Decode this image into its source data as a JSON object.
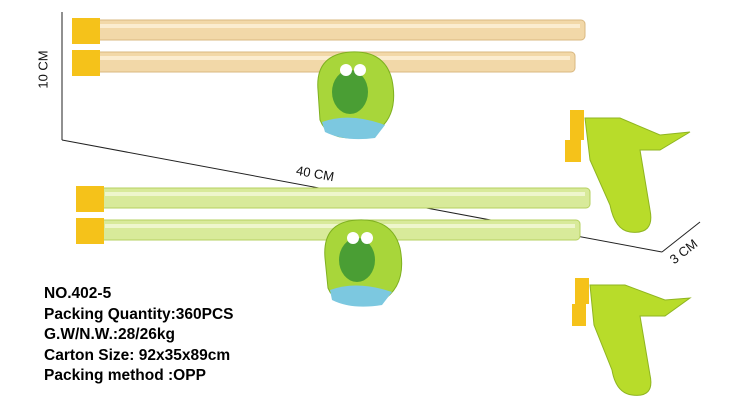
{
  "dimensions": {
    "height": "10 CM",
    "length": "40 CM",
    "depth": "3 CM"
  },
  "specs": {
    "model": "NO.402-5",
    "packing_quantity": "Packing Quantity:360PCS",
    "weight": "G.W/N.W.:28/26kg",
    "carton_size": "Carton Size: 92x35x89cm",
    "packing_method": "Packing method :OPP"
  },
  "colors": {
    "tube_top": "#f2d8a8",
    "tube_bottom": "#d8ea9a",
    "handle": "#b8dc2a",
    "cap": "#f5c21a",
    "badge": "#a8d63a"
  }
}
